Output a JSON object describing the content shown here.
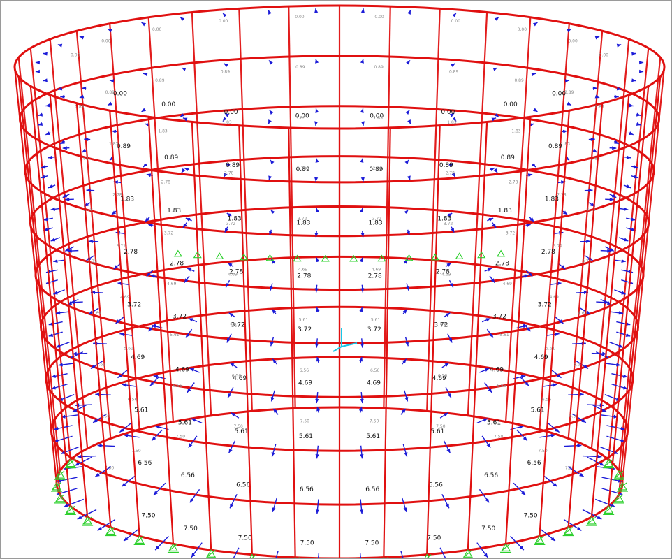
{
  "view": {
    "rings": [
      {
        "level": 0,
        "label": "0.00"
      },
      {
        "level": 1,
        "label": "0.89"
      },
      {
        "level": 2,
        "label": "1.83"
      },
      {
        "level": 3,
        "label": "2.78"
      },
      {
        "level": 4,
        "label": "3.72"
      },
      {
        "level": 5,
        "label": "4.69"
      },
      {
        "level": 6,
        "label": "5.61"
      },
      {
        "level": 7,
        "label": "6.56"
      },
      {
        "level": 8,
        "label": "7.50"
      }
    ],
    "posts_per_ring": 40,
    "colors": {
      "frame": "#e01010",
      "load_arrow": "#1c1cd8",
      "support": "#2fd02f",
      "axis_glyph": "#18c8e8",
      "background": "#ffffff"
    },
    "icons": {
      "support": "pinned-support-icon",
      "origin": "local-axis-icon"
    }
  }
}
